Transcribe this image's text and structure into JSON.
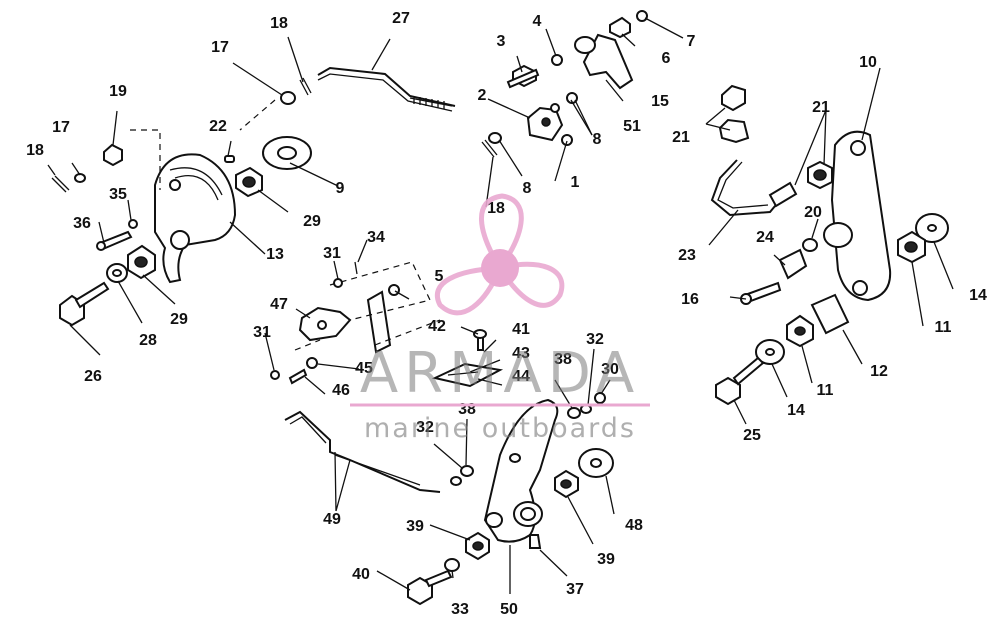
{
  "callouts": [
    "1",
    "2",
    "3",
    "4",
    "5",
    "6",
    "7",
    "8",
    "8",
    "9",
    "10",
    "11",
    "11",
    "12",
    "13",
    "14",
    "14",
    "15",
    "16",
    "17",
    "17",
    "18",
    "18",
    "18",
    "19",
    "20",
    "21",
    "21",
    "22",
    "23",
    "24",
    "25",
    "26",
    "27",
    "28",
    "29",
    "29",
    "30",
    "31",
    "31",
    "32",
    "32",
    "33",
    "34",
    "35",
    "36",
    "37",
    "38",
    "38",
    "39",
    "39",
    "40",
    "41",
    "42",
    "43",
    "44",
    "45",
    "46",
    "47",
    "48",
    "49",
    "50",
    "51"
  ],
  "watermark": {
    "brand": "ARMADA",
    "tagline": "marine outboards",
    "color": "#e9a8d0"
  }
}
